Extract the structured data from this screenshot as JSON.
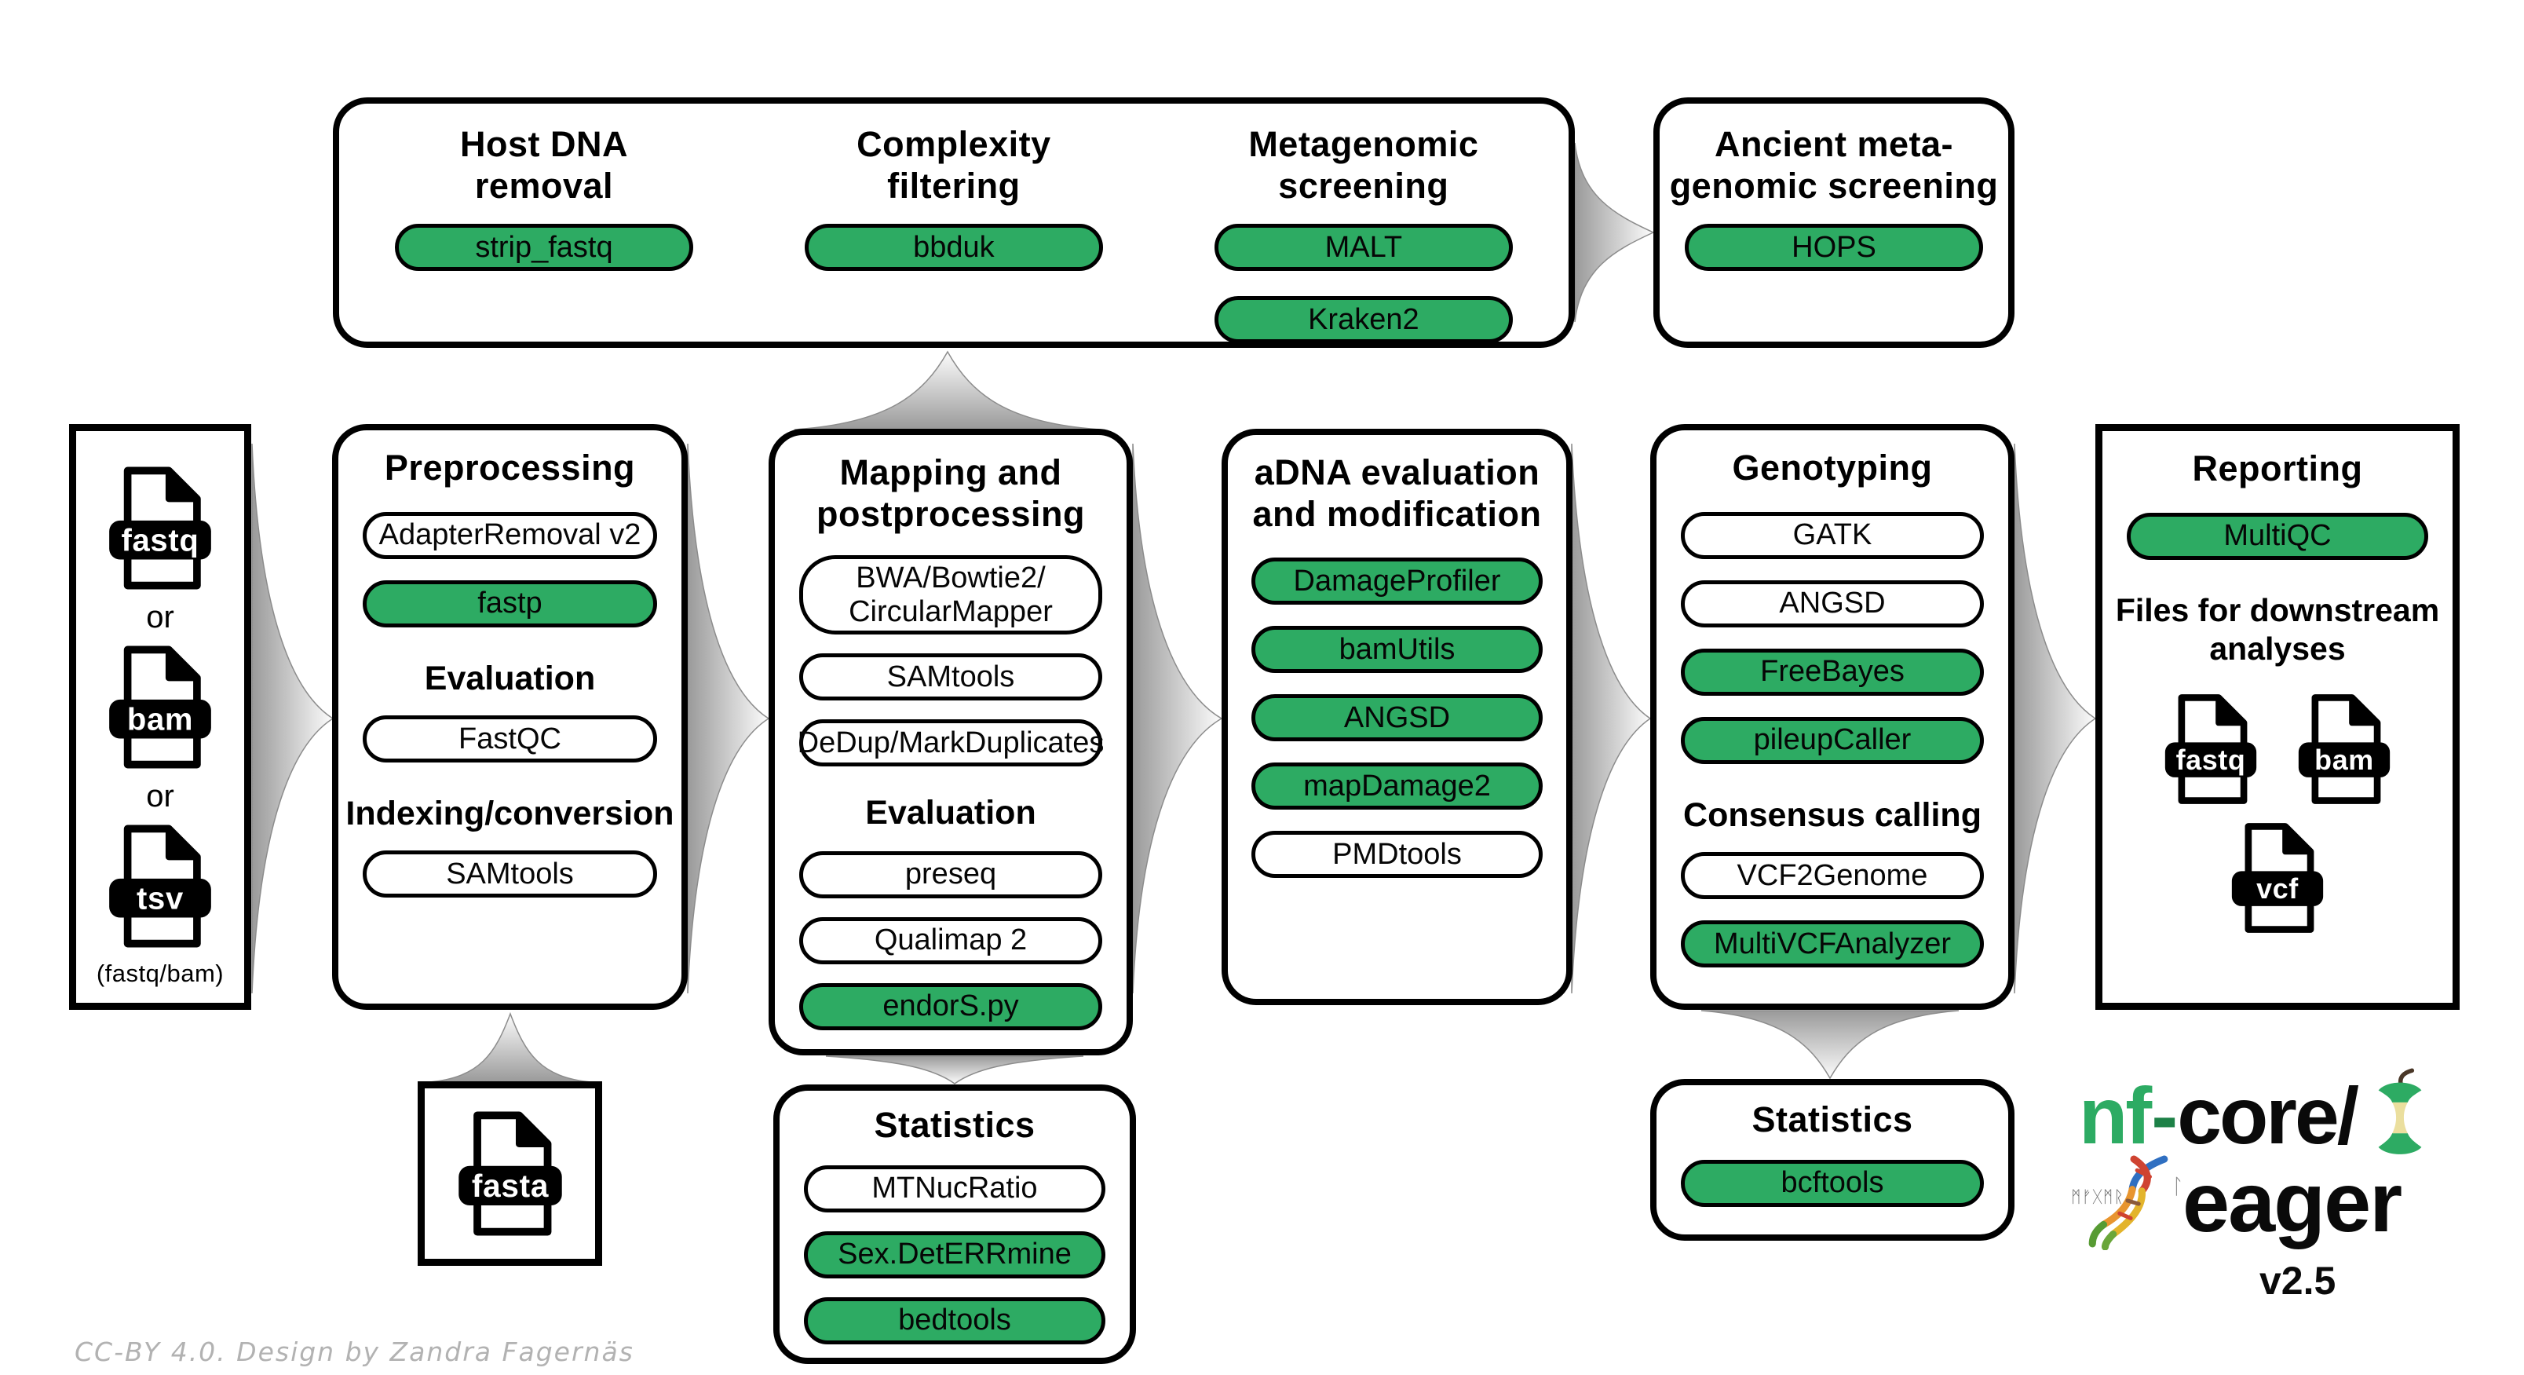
{
  "colors": {
    "green": "#2DAB63",
    "outline": "#000000",
    "caption_gray": "#b2b2b2"
  },
  "boxes": {
    "screening": {
      "columns": [
        {
          "title": "Host DNA\nremoval",
          "items": [
            {
              "type": "pill",
              "label": "strip_fastq",
              "green": true
            }
          ]
        },
        {
          "title": "Complexity\nfiltering",
          "items": [
            {
              "type": "pill",
              "label": "bbduk",
              "green": true
            }
          ]
        },
        {
          "title": "Metagenomic\nscreening",
          "items": [
            {
              "type": "pill",
              "label": "MALT",
              "green": true
            },
            {
              "type": "pill",
              "label": "Kraken2",
              "green": true
            }
          ]
        }
      ]
    },
    "ancient": {
      "title": "Ancient meta-\ngenomic screening",
      "items": [
        {
          "type": "pill",
          "label": "HOPS",
          "green": true
        }
      ]
    },
    "input": {
      "icons": [
        {
          "label": "fastq"
        },
        {
          "label": "bam"
        },
        {
          "label": "tsv"
        }
      ],
      "or_label": "or",
      "note": "(fastq/bam)"
    },
    "preprocessing": {
      "title": "Preprocessing",
      "items": [
        {
          "type": "pill",
          "label": "AdapterRemoval v2",
          "green": false
        },
        {
          "type": "pill",
          "label": "fastp",
          "green": true
        },
        {
          "type": "heading",
          "label": "Evaluation"
        },
        {
          "type": "pill",
          "label": "FastQC",
          "green": false
        },
        {
          "type": "heading",
          "label": "Indexing/conversion"
        },
        {
          "type": "pill",
          "label": "SAMtools",
          "green": false
        }
      ]
    },
    "mapping": {
      "title": "Mapping and\npostprocessing",
      "items": [
        {
          "type": "pill",
          "label": "BWA/Bowtie2/\nCircularMapper",
          "green": false
        },
        {
          "type": "pill",
          "label": "SAMtools",
          "green": false
        },
        {
          "type": "pill",
          "label": "DeDup/MarkDuplicates",
          "green": false
        },
        {
          "type": "heading",
          "label": "Evaluation"
        },
        {
          "type": "pill",
          "label": "preseq",
          "green": false
        },
        {
          "type": "pill",
          "label": "Qualimap 2",
          "green": false
        },
        {
          "type": "pill",
          "label": "endorS.py",
          "green": true
        }
      ]
    },
    "adna": {
      "title": "aDNA evaluation\nand modification",
      "items": [
        {
          "type": "pill",
          "label": "DamageProfiler",
          "green": true
        },
        {
          "type": "pill",
          "label": "bamUtils",
          "green": true
        },
        {
          "type": "pill",
          "label": "ANGSD",
          "green": true
        },
        {
          "type": "pill",
          "label": "mapDamage2",
          "green": true
        },
        {
          "type": "pill",
          "label": "PMDtools",
          "green": false
        }
      ]
    },
    "genotyping": {
      "title": "Genotyping",
      "items": [
        {
          "type": "pill",
          "label": "GATK",
          "green": false
        },
        {
          "type": "pill",
          "label": "ANGSD",
          "green": false
        },
        {
          "type": "pill",
          "label": "FreeBayes",
          "green": true
        },
        {
          "type": "pill",
          "label": "pileupCaller",
          "green": true
        },
        {
          "type": "heading",
          "label": "Consensus calling"
        },
        {
          "type": "pill",
          "label": "VCF2Genome",
          "green": false
        },
        {
          "type": "pill",
          "label": "MultiVCFAnalyzer",
          "green": true
        }
      ]
    },
    "reporting": {
      "title": "Reporting",
      "items": [
        {
          "type": "pill",
          "label": "MultiQC",
          "green": true
        }
      ],
      "downstream_title": "Files for downstream\nanalyses",
      "icons": [
        {
          "label": "fastq"
        },
        {
          "label": "bam"
        },
        {
          "label": "vcf"
        }
      ]
    },
    "reference": {
      "icon_label": "fasta"
    },
    "statistics_mapping": {
      "title": "Statistics",
      "items": [
        {
          "type": "pill",
          "label": "MTNucRatio",
          "green": false
        },
        {
          "type": "pill",
          "label": "Sex.DetERRmine",
          "green": true
        },
        {
          "type": "pill",
          "label": "bedtools",
          "green": true
        }
      ]
    },
    "statistics_genotyping": {
      "title": "Statistics",
      "items": [
        {
          "type": "pill",
          "label": "bcftools",
          "green": true
        }
      ]
    }
  },
  "logo": {
    "nf": "nf",
    "dash": "-",
    "core": "core/",
    "name": "eager",
    "version": "v2.5",
    "runes": "ᛗᚠᚷᛗᚱ",
    "rune_right": "ᛚ"
  },
  "caption": "CC-BY 4.0. Design by Zandra Fagernäs"
}
